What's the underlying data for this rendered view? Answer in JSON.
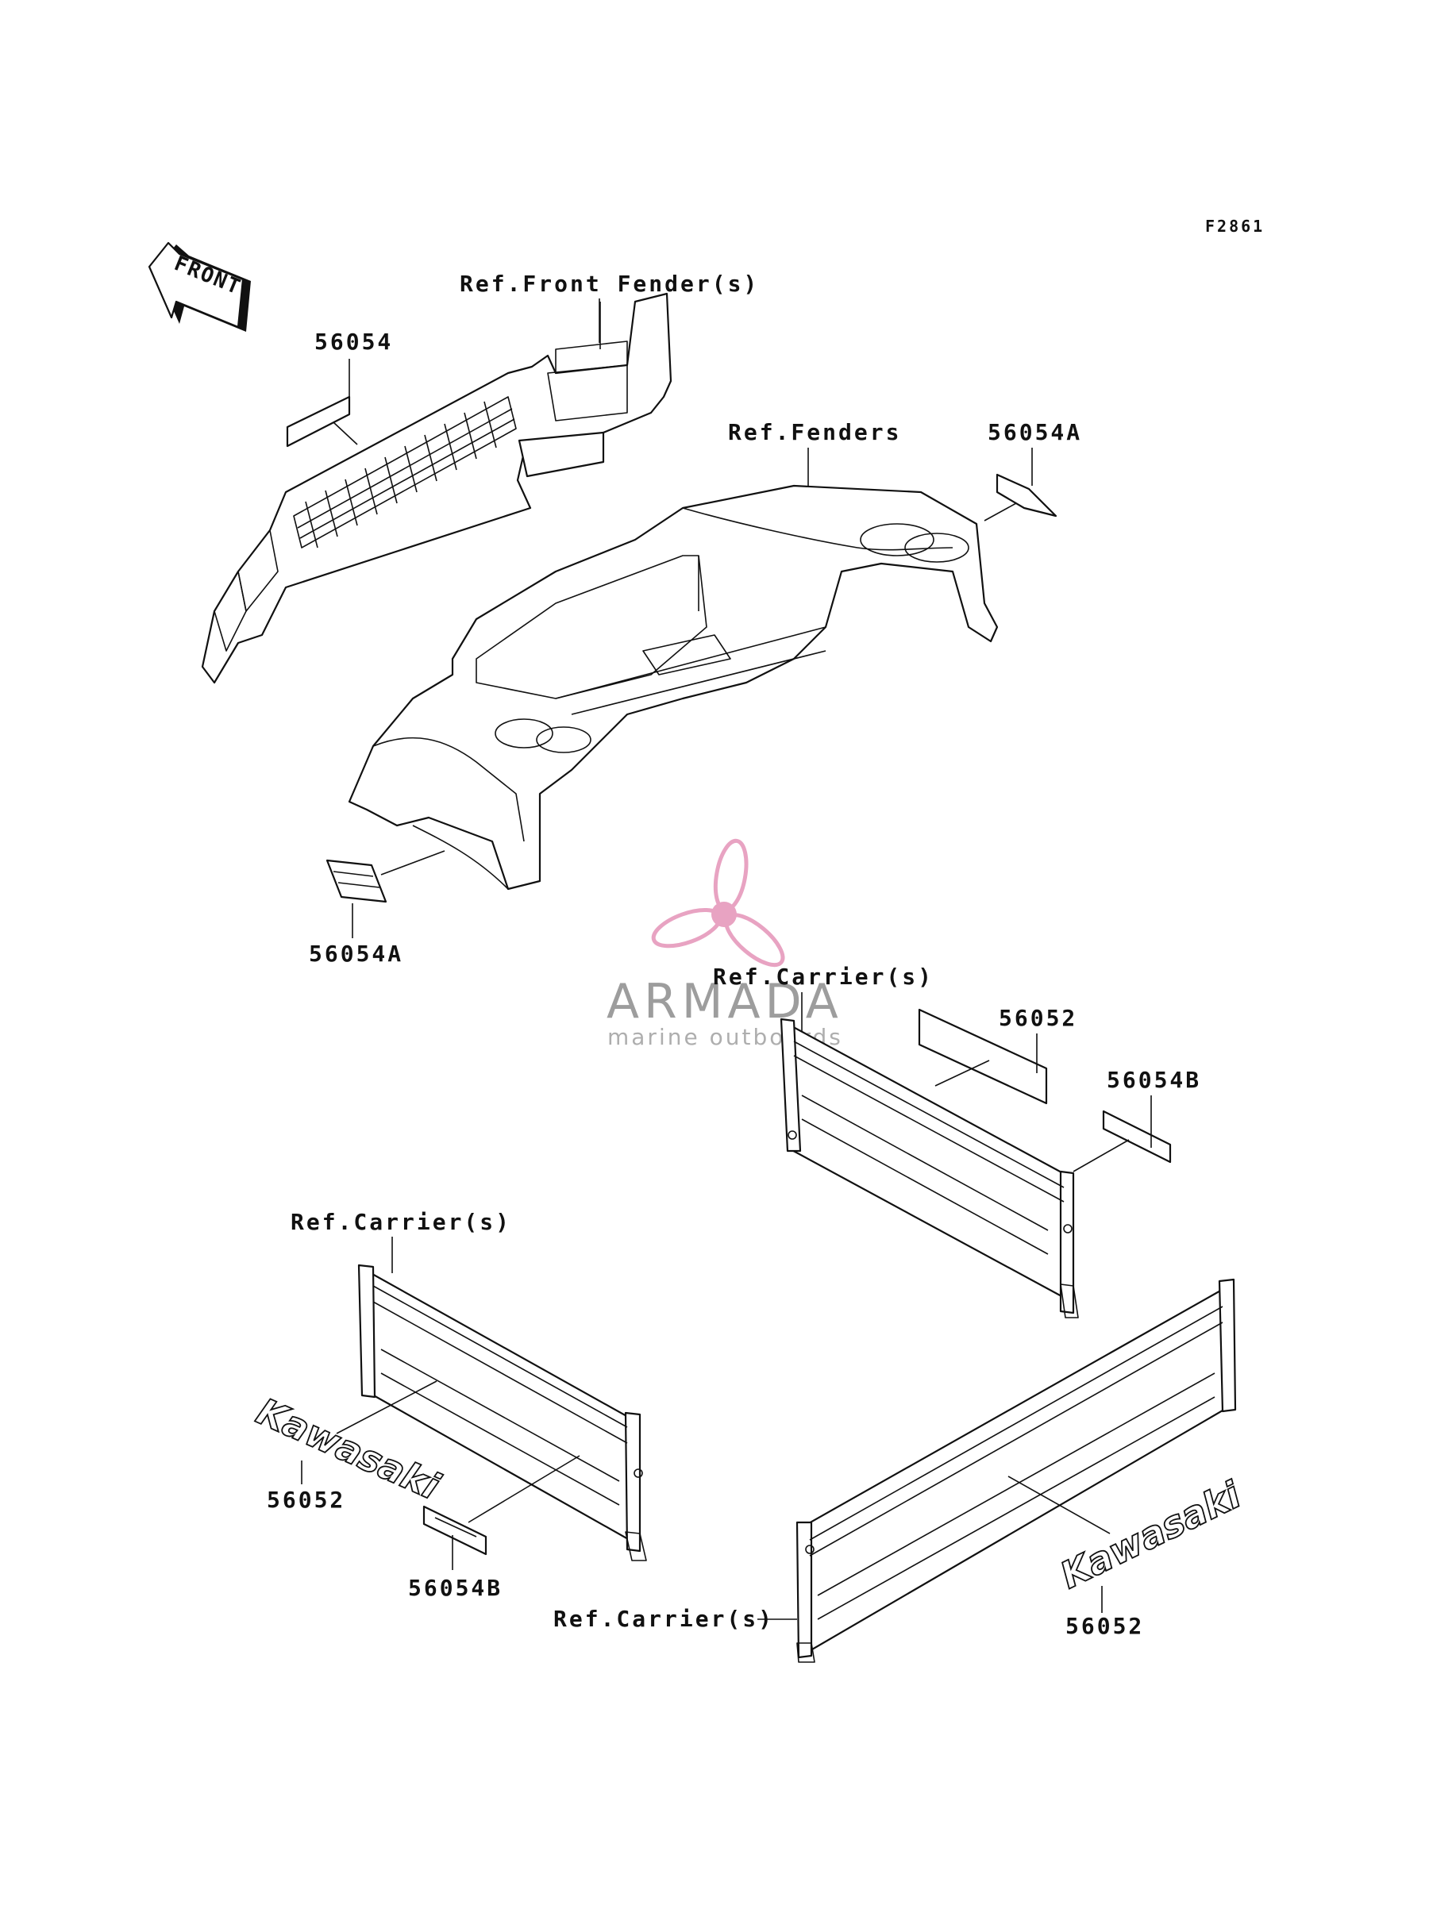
{
  "figure_code": "F2861",
  "front_arrow": {
    "text": "FRONT",
    "icon": "front-arrow-icon"
  },
  "labels": {
    "ref_front_fender": "Ref.Front Fender(s)",
    "ref_fenders": "Ref.Fenders",
    "ref_carrier_top": "Ref.Carrier(s)",
    "ref_carrier_left": "Ref.Carrier(s)",
    "ref_carrier_bottom": "Ref.Carrier(s)"
  },
  "part_numbers": {
    "p56054_front": "56054",
    "p56054A_right": "56054A",
    "p56054A_left": "56054A",
    "p56052_top": "56052",
    "p56054B_right": "56054B",
    "p56052_left": "56052",
    "p56054B_left": "56054B",
    "p56052_bottom": "56052"
  },
  "decals": {
    "kawasaki_text": "Kawasaki"
  },
  "watermark": {
    "title": "ARMADA",
    "subtitle": "marine outboards",
    "icon": "propeller-icon",
    "color": "#e493b8"
  }
}
